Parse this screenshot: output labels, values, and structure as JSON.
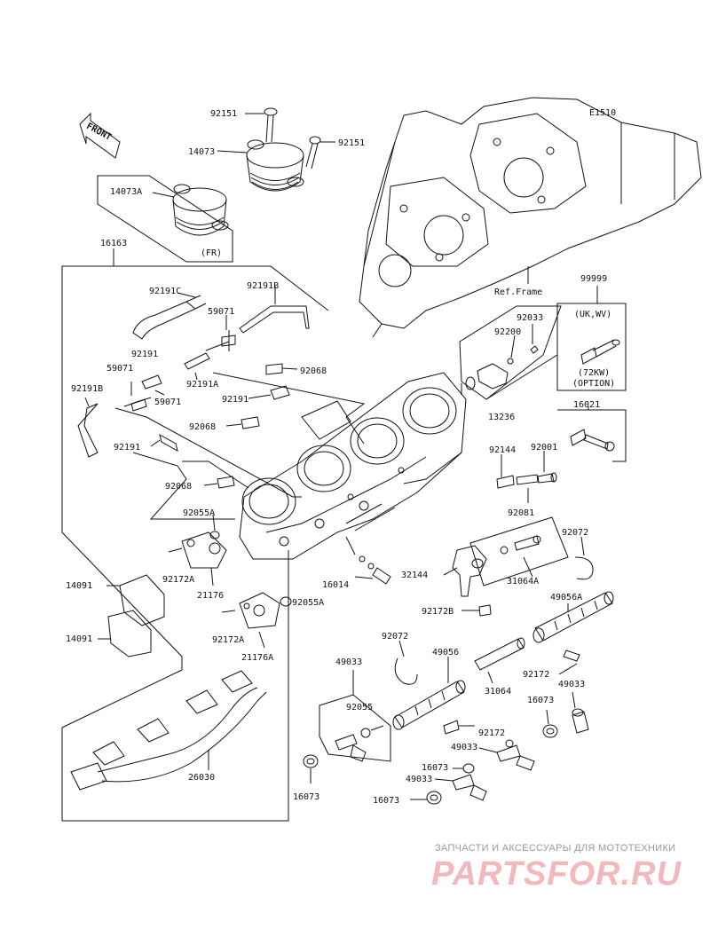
{
  "diagram": {
    "code": "E1510",
    "front_label": "FRONT",
    "fr_note": "(FR)",
    "ref_frame": "Ref.Frame",
    "region_note": "(UK,WV)",
    "option_note_line1": "(72KW)",
    "option_note_line2": "(OPTION)",
    "labels": [
      {
        "id": "92151a",
        "text": "92151"
      },
      {
        "id": "92151b",
        "text": "92151"
      },
      {
        "id": "14073",
        "text": "14073"
      },
      {
        "id": "14073A",
        "text": "14073A"
      },
      {
        "id": "16163",
        "text": "16163"
      },
      {
        "id": "92191C",
        "text": "92191C"
      },
      {
        "id": "92191B_top",
        "text": "92191B"
      },
      {
        "id": "59071_a",
        "text": "59071"
      },
      {
        "id": "59071_b",
        "text": "59071"
      },
      {
        "id": "59071_c",
        "text": "59071"
      },
      {
        "id": "92191_a",
        "text": "92191"
      },
      {
        "id": "92191A",
        "text": "92191A"
      },
      {
        "id": "92068_a",
        "text": "92068"
      },
      {
        "id": "92191B_left",
        "text": "92191B"
      },
      {
        "id": "92191_b",
        "text": "92191"
      },
      {
        "id": "92068_b",
        "text": "92068"
      },
      {
        "id": "92191_c",
        "text": "92191"
      },
      {
        "id": "92068_c",
        "text": "92068"
      },
      {
        "id": "92055A_a",
        "text": "92055A"
      },
      {
        "id": "92172A_a",
        "text": "92172A"
      },
      {
        "id": "21176",
        "text": "21176"
      },
      {
        "id": "14091_a",
        "text": "14091"
      },
      {
        "id": "14091_b",
        "text": "14091"
      },
      {
        "id": "92055A_b",
        "text": "92055A"
      },
      {
        "id": "92172A_b",
        "text": "92172A"
      },
      {
        "id": "21176A",
        "text": "21176A"
      },
      {
        "id": "16014",
        "text": "16014"
      },
      {
        "id": "32144",
        "text": "32144"
      },
      {
        "id": "92172B",
        "text": "92172B"
      },
      {
        "id": "99999",
        "text": "99999"
      },
      {
        "id": "92033",
        "text": "92033"
      },
      {
        "id": "92200",
        "text": "92200"
      },
      {
        "id": "13236",
        "text": "13236"
      },
      {
        "id": "16021",
        "text": "16021"
      },
      {
        "id": "92144",
        "text": "92144"
      },
      {
        "id": "92001",
        "text": "92001"
      },
      {
        "id": "92081",
        "text": "92081"
      },
      {
        "id": "92072_a",
        "text": "92072"
      },
      {
        "id": "31064A",
        "text": "31064A"
      },
      {
        "id": "49056A",
        "text": "49056A"
      },
      {
        "id": "92072_b",
        "text": "92072"
      },
      {
        "id": "49056",
        "text": "49056"
      },
      {
        "id": "49033_a",
        "text": "49033"
      },
      {
        "id": "31064",
        "text": "31064"
      },
      {
        "id": "92172_a",
        "text": "92172"
      },
      {
        "id": "49033_b",
        "text": "49033"
      },
      {
        "id": "92055",
        "text": "92055"
      },
      {
        "id": "16073_a",
        "text": "16073"
      },
      {
        "id": "92172_b",
        "text": "92172"
      },
      {
        "id": "49033_c",
        "text": "49033"
      },
      {
        "id": "16073_b",
        "text": "16073"
      },
      {
        "id": "49033_d",
        "text": "49033"
      },
      {
        "id": "16073_c",
        "text": "16073"
      },
      {
        "id": "16073_d",
        "text": "16073"
      },
      {
        "id": "26030",
        "text": "26030"
      }
    ]
  },
  "watermark": {
    "tagline": "ЗАПЧАСТИ И АКСЕССУАРЫ ДЛЯ МОТОТЕХНИКИ",
    "logo": "PARTSFOR.RU"
  }
}
